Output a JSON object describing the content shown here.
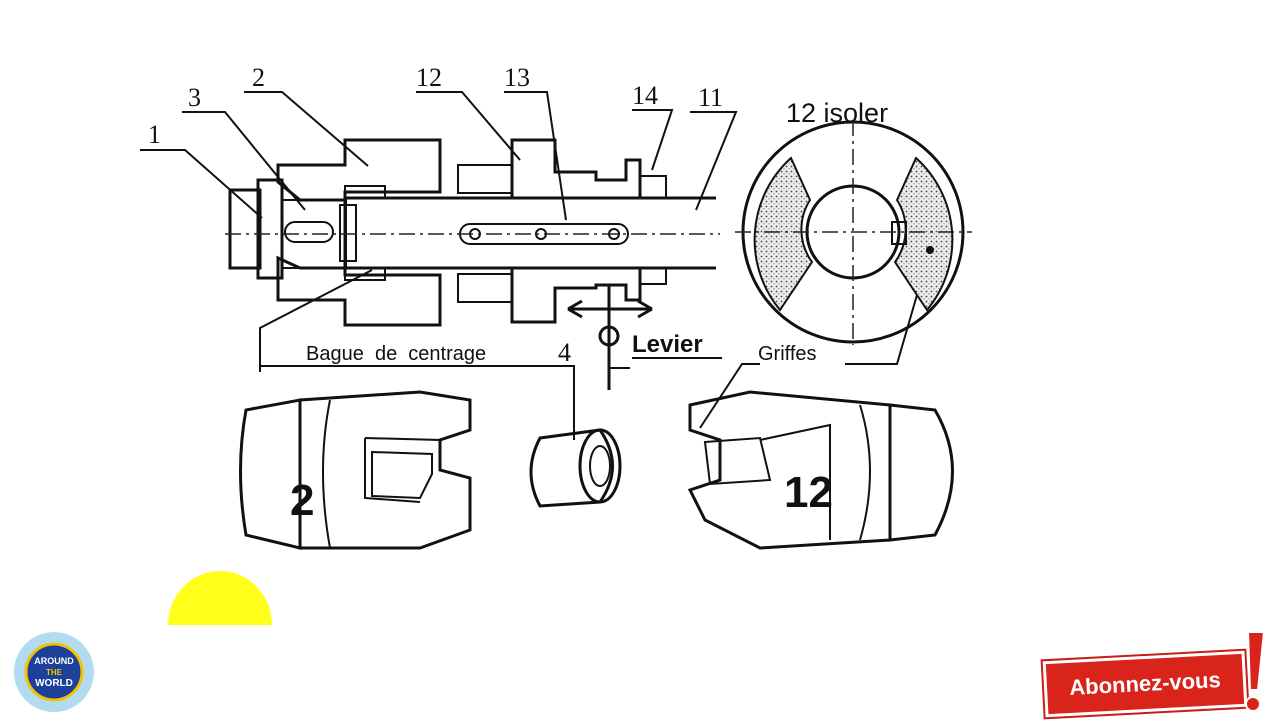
{
  "labels": {
    "n1": "1",
    "n2": "2",
    "n3": "3",
    "n11": "11",
    "n12": "12",
    "n13": "13",
    "n14": "14",
    "isoler": "12 isoler",
    "bague": "Bague  de  centrage",
    "bague_num": "4",
    "levier": "Levier",
    "griffes": "Griffes",
    "part2": "2",
    "part12": "12"
  },
  "logo": {
    "line1": "AROUND",
    "line2": "THE",
    "line3": "WORLD"
  },
  "subscribe": {
    "label": "Abonnez-vous"
  },
  "colors": {
    "accent_red": "#d9241c",
    "marker_yellow": "#ffff1a",
    "ink": "#111111"
  }
}
